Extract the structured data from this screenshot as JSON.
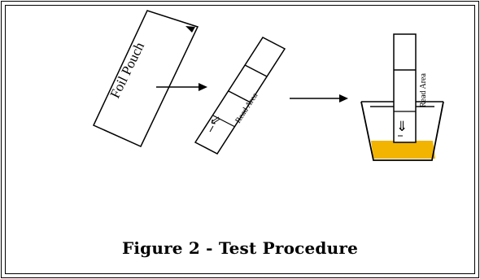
{
  "figure": {
    "caption": "Figure 2 - Test Procedure",
    "pouch_label": "Foil Pouch",
    "strip_label": "Read Area",
    "cup_strip_label": "Read Area",
    "liquid_color": "#f2b400",
    "line_color": "#000000",
    "arrow_glyph": "⇓",
    "arrow_glyph_alt": "⇐"
  }
}
